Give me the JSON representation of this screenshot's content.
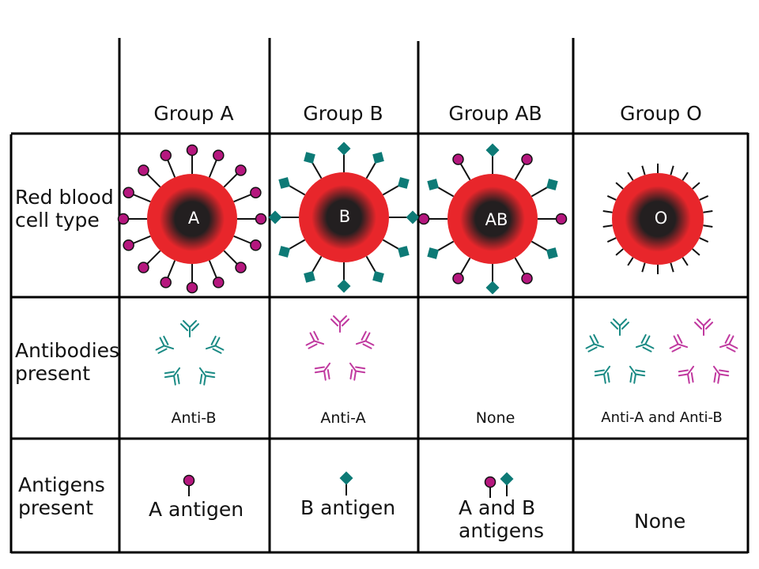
{
  "columns": [
    {
      "header": "Group A",
      "cell_letter": "A",
      "antibody_label": "Anti-B",
      "antigen_label": [
        "A antigen"
      ]
    },
    {
      "header": "Group B",
      "cell_letter": "B",
      "antibody_label": "Anti-A",
      "antigen_label": [
        "B antigen"
      ]
    },
    {
      "header": "Group AB",
      "cell_letter": "AB",
      "antibody_label": "None",
      "antigen_label": [
        "A and B",
        "antigens"
      ]
    },
    {
      "header": "Group O",
      "cell_letter": "O",
      "antibody_label": "Anti-A and Anti-B",
      "antigen_label": [
        "None"
      ]
    }
  ],
  "rows": [
    {
      "label": [
        "Red blood",
        "cell type"
      ]
    },
    {
      "label": [
        "Antibodies",
        "present"
      ]
    },
    {
      "label": [
        "Antigens",
        "present"
      ]
    }
  ],
  "colors": {
    "grid": "#000000",
    "cell_outer": "#e8262b",
    "cell_core": "#231f20",
    "antigen_a": "#b5177e",
    "antigen_b": "#0d7a76",
    "antibody_anti_a": "#c0399f",
    "antibody_anti_b": "#1a8a84"
  },
  "icons": {
    "antigen_a": "circle-on-stalk",
    "antigen_b": "diamond-on-stalk",
    "antibody": "y-shaped-antibody-cluster"
  }
}
